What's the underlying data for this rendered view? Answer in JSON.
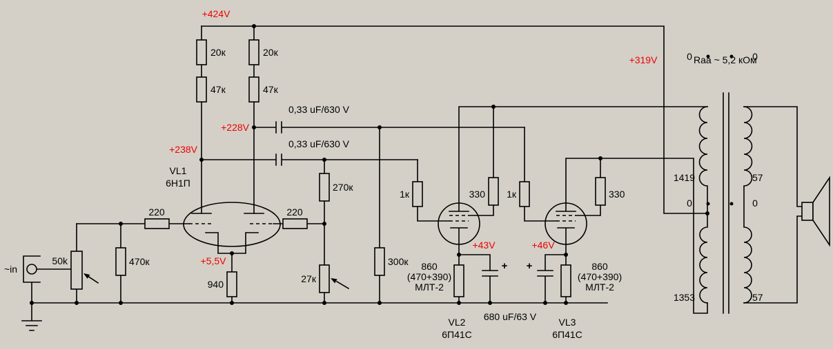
{
  "background": "#d4d0c8",
  "ink_color": "#000000",
  "voltage_label_color": "#ee0000",
  "voltages": {
    "v424": "+424V",
    "v319": "+319V",
    "v228": "+228V",
    "v238": "+238V",
    "v5_5": "+5,5V",
    "v43": "+43V",
    "v46": "+46V"
  },
  "input": {
    "label": "~in",
    "volume_pot": "50k",
    "grid_resistor": "470к"
  },
  "driver": {
    "tube_name": "VL1",
    "tube_type": "6Н1П",
    "plate_r_upper_1": "20к",
    "plate_r_lower_1": "47к",
    "plate_r_upper_2": "20к",
    "plate_r_lower_2": "47к",
    "grid_stopper_1": "220",
    "grid_stopper_2": "220",
    "cathode_r": "940",
    "fb_resistor": "270к",
    "fb_pot": "27к"
  },
  "coupling": {
    "cap_1": "0,33 uF/630 V",
    "cap_2": "0,33 uF/630 V",
    "grid_leak": "300к"
  },
  "output_stage": {
    "tube2_name": "VL2",
    "tube2_type": "6П41С",
    "tube3_name": "VL3",
    "tube3_type": "6П41С",
    "grid_r_1": "1к",
    "grid_r_2": "1к",
    "screen_r_1": "330",
    "screen_r_2": "330",
    "cathode_r_1": {
      "l1": "860",
      "l2": "(470+390)",
      "l3": "МЛТ-2"
    },
    "cathode_r_2": {
      "l1": "860",
      "l2": "(470+390)",
      "l3": "МЛТ-2"
    },
    "cathode_cap": "680 uF/63 V",
    "plus_1": "+",
    "plus_2": "+"
  },
  "transformer": {
    "raa": "Raa ~ 5,2 кОм",
    "primary_turns_1": "1419",
    "primary_turns_2": "1353",
    "secondary_turns_1": "57",
    "secondary_turns_2": "57",
    "zero_1": "0",
    "zero_2": "0",
    "zero_3": "0",
    "zero_4": "0"
  }
}
